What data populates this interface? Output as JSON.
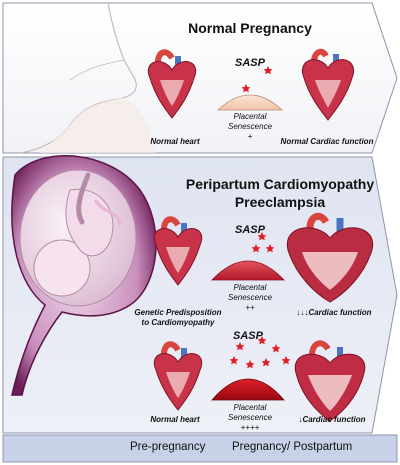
{
  "top_panel": {
    "title": "Normal Pregnancy",
    "sasp": "SASP",
    "placental_line1": "Placental",
    "placental_line2": "Senescence",
    "placental_grade": "+",
    "left_caption": "Normal heart",
    "right_caption": "Normal Cardiac function"
  },
  "bottom_panel": {
    "title_line1": "Peripartum Cardiomyopathy",
    "title_line2": "Preeclampsia",
    "row1": {
      "sasp": "SASP",
      "placental_line1": "Placental",
      "placental_line2": "Senescence",
      "placental_grade": "++",
      "left_caption_line1": "Genetic Predisposition",
      "left_caption_line2": "to Cardiomyopathy",
      "right_caption": "↓↓↓Cardiac function"
    },
    "row2": {
      "sasp": "SASP",
      "placental_line1": "Placental",
      "placental_line2": "Senescence",
      "placental_grade": "++++",
      "left_caption": "Normal heart",
      "right_caption": "↓Cardiac function"
    }
  },
  "timeline": {
    "left_label": "Pre-pregnancy",
    "right_label": "Pregnancy/ Postpartum"
  }
}
